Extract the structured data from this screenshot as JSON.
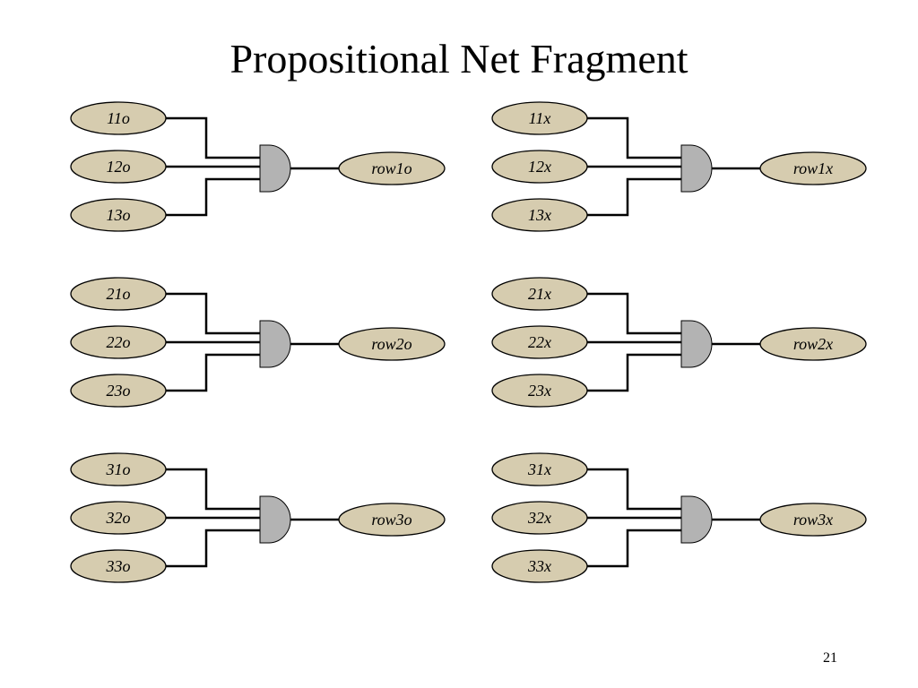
{
  "title": "Propositional Net Fragment",
  "page_number": "21",
  "colors": {
    "node_fill": "#d6ccaf",
    "gate_fill": "#b3b3b3",
    "line": "#000000"
  },
  "gates": [
    {
      "inputs": [
        "11o",
        "12o",
        "13o"
      ],
      "output": "row1o"
    },
    {
      "inputs": [
        "11x",
        "12x",
        "13x"
      ],
      "output": "row1x"
    },
    {
      "inputs": [
        "21o",
        "22o",
        "23o"
      ],
      "output": "row2o"
    },
    {
      "inputs": [
        "21x",
        "22x",
        "23x"
      ],
      "output": "row2x"
    },
    {
      "inputs": [
        "31o",
        "32o",
        "33o"
      ],
      "output": "row3o"
    },
    {
      "inputs": [
        "31x",
        "32x",
        "33x"
      ],
      "output": "row3x"
    }
  ]
}
